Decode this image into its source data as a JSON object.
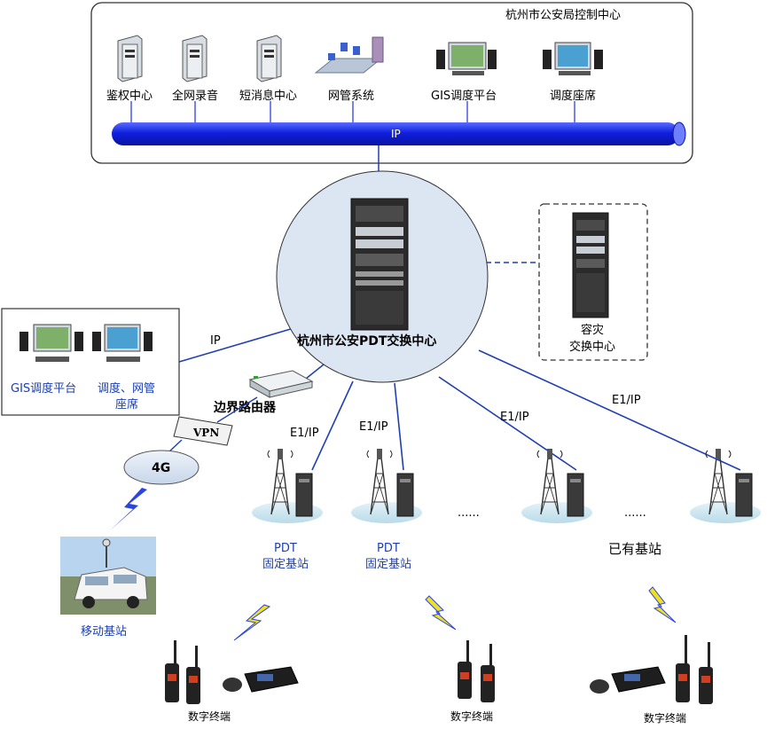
{
  "control_center": {
    "title": "杭州市公安局控制中心",
    "bus_label": "IP",
    "nodes": [
      "鉴权中心",
      "全网录音",
      "短消息中心",
      "网管系统",
      "GIS调度平台",
      "调度座席"
    ]
  },
  "switch_center": {
    "label": "杭州市公安PDT交换中心"
  },
  "disaster_center": {
    "line1": "容灾",
    "line2": "交换中心"
  },
  "remote_dispatch": {
    "gis_label": "GIS调度平台",
    "seat_line1": "调度、网管",
    "seat_line2": "座席",
    "link_label": "IP"
  },
  "router": {
    "label": "边界路由器"
  },
  "vpn": {
    "label": "VPN"
  },
  "cloud_4g": {
    "label": "4G"
  },
  "mobile_station": {
    "label": "移动基站"
  },
  "links": {
    "e1ip": "E1/IP"
  },
  "stations": {
    "pdt_line1": "PDT",
    "pdt_line2": "固定基站",
    "ellipsis": "......",
    "existing": "已有基站"
  },
  "terminals": {
    "label": "数字终端"
  },
  "colors": {
    "bus": "#1f2fe0",
    "link": "#1f3fb5",
    "circle": "#dce6f2",
    "label_blue": "#1a3fb5"
  }
}
